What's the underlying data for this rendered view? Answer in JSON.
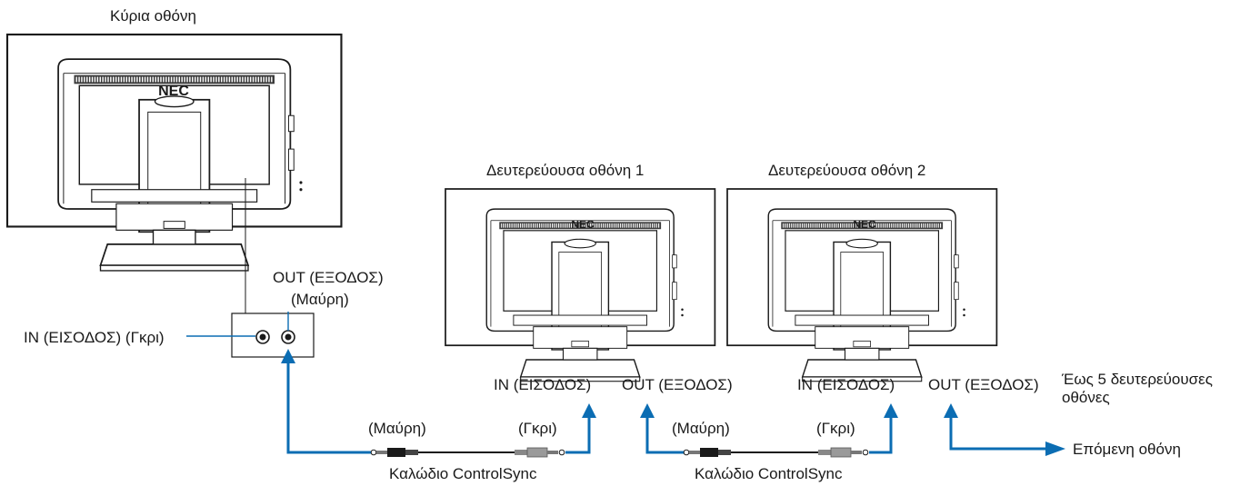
{
  "labels": {
    "main_monitor": "Κύρια οθόνη",
    "secondary_monitor_1": "Δευτερεύουσα οθόνη 1",
    "secondary_monitor_2": "Δευτερεύουσα οθόνη 2",
    "out_main": "OUT (ΕΞΟΔΟΣ)",
    "out_main_color": "(Μαύρη)",
    "in_main": "IN (ΕΙΣΟΔΟΣ) (Γκρι)",
    "in_sec1": "IN (ΕΙΣΟΔΟΣ)",
    "out_sec1": "OUT (ΕΞΟΔΟΣ)",
    "in_sec2": "IN (ΕΙΣΟΔΟΣ)",
    "out_sec2": "OUT (ΕΞΟΔΟΣ)",
    "up_to": "Έως 5 δευτερεύουσες οθόνες",
    "cable1_black": "(Μαύρη)",
    "cable1_gray": "(Γκρι)",
    "cable1_name": "Καλώδιο ControlSync",
    "cable2_black": "(Μαύρη)",
    "cable2_gray": "(Γκρι)",
    "cable2_name": "Καλώδιο ControlSync",
    "next_monitor": "Επόμενη οθόνη",
    "brand": "NEC"
  },
  "colors": {
    "connection_line": "#0b6db3",
    "outline": "#1a1a1a",
    "panel": "#ffffff"
  }
}
